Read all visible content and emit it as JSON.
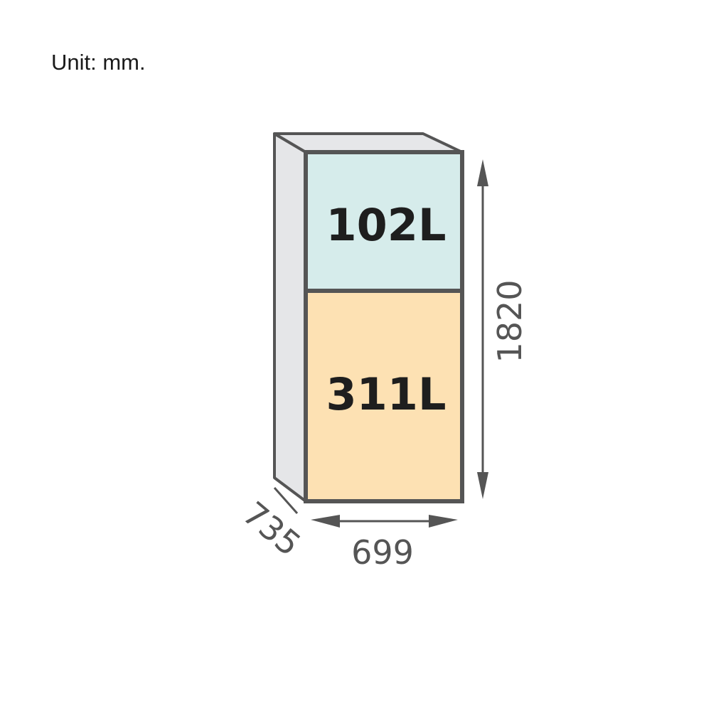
{
  "unit_label": "Unit: mm.",
  "compartments": {
    "upper": {
      "volume": "102L",
      "color": "#d6eceb"
    },
    "lower": {
      "volume": "311L",
      "color": "#fde1b3"
    }
  },
  "dimensions": {
    "height": "1820",
    "width": "699",
    "depth": "735"
  },
  "colors": {
    "outline": "#555555",
    "side_panel": "#e5e6e8",
    "top_panel": "#e6e7e9",
    "dimension_line": "#555555"
  }
}
